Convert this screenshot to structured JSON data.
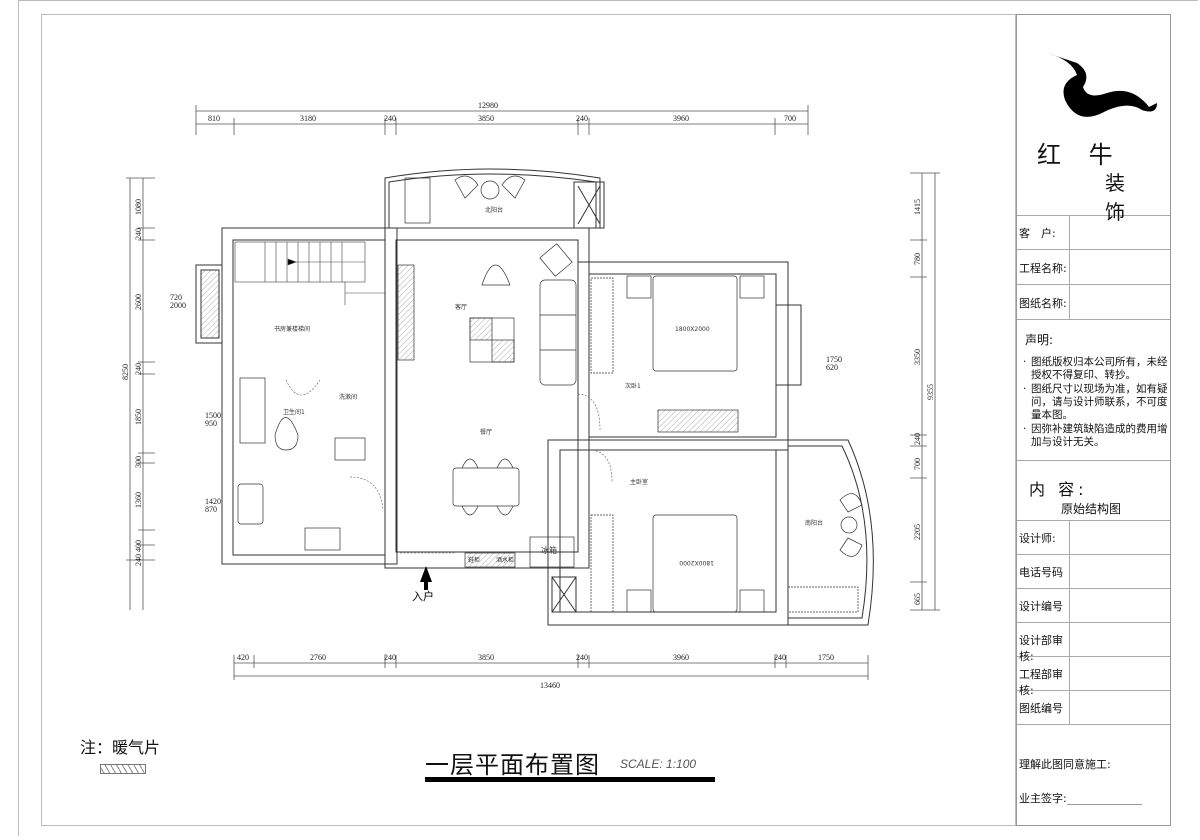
{
  "drawing": {
    "title": "一层平面布置图",
    "scale": "SCALE: 1:100",
    "note_label": "注：暖气片",
    "entrance_label": "入户"
  },
  "dimensions": {
    "top_total": "12980",
    "top_segments": [
      "810",
      "3180",
      "240",
      "3850",
      "240",
      "3960",
      "700"
    ],
    "bottom_total": "13460",
    "bottom_segments": [
      "420",
      "2760",
      "240",
      "3850",
      "240",
      "3960",
      "240",
      "1750"
    ],
    "left_total": "8250",
    "left_segments": [
      "1080",
      "240",
      "2600",
      "240",
      "1850",
      "300",
      "1360",
      "400",
      "240"
    ],
    "right_total": "9355",
    "right_segments": [
      "1415",
      "780",
      "3350",
      "240",
      "700",
      "2205",
      "665"
    ],
    "window_left_1": [
      "720",
      "2000"
    ],
    "window_left_2": [
      "1500",
      "950"
    ],
    "window_left_3": [
      "1420",
      "870"
    ],
    "window_right_1": [
      "1750",
      "620"
    ]
  },
  "rooms": {
    "study": "书房兼楼梯间",
    "living": "客厅",
    "north_balcony": "北阳台",
    "master_bedroom": "次卧1",
    "bed_size_1": "1800X2000",
    "bathroom": "卫生间1",
    "laundry": "洗漱间",
    "dining": "餐厅",
    "bedroom2": "主卧室",
    "bed_size_2": "1800X2000",
    "south_balcony": "南阳台",
    "fridge": "冰箱",
    "shoe_cabinet": "鞋柜",
    "cabinet2": "酒水柜"
  },
  "title_block": {
    "brand_line1": "红 牛",
    "brand_line2": "装 饰",
    "fields_top": [
      {
        "label": "客　户:",
        "value": ""
      },
      {
        "label": "工程名称:",
        "value": ""
      },
      {
        "label": "图纸名称:",
        "value": ""
      }
    ],
    "declaration_title": "声明:",
    "declarations": [
      "图纸版权归本公司所有，未经授权不得复印、转抄。",
      "图纸尺寸以现场为准，如有疑问，请与设计师联系，不可度量本图。",
      "因弥补建筑缺陷造成的费用增加与设计无关。"
    ],
    "content_title": "内 容:",
    "content_value": "原始结构图",
    "fields_bottom": [
      {
        "label": "设计师:",
        "value": ""
      },
      {
        "label": "电话号码",
        "value": ""
      },
      {
        "label": "设计编号",
        "value": ""
      },
      {
        "label": "设计部审核:",
        "value": ""
      },
      {
        "label": "工程部审核:",
        "value": ""
      },
      {
        "label": "图纸编号",
        "value": ""
      }
    ],
    "agree_label": "理解此图同意施工:",
    "owner_sign_label": "业主签字:"
  }
}
